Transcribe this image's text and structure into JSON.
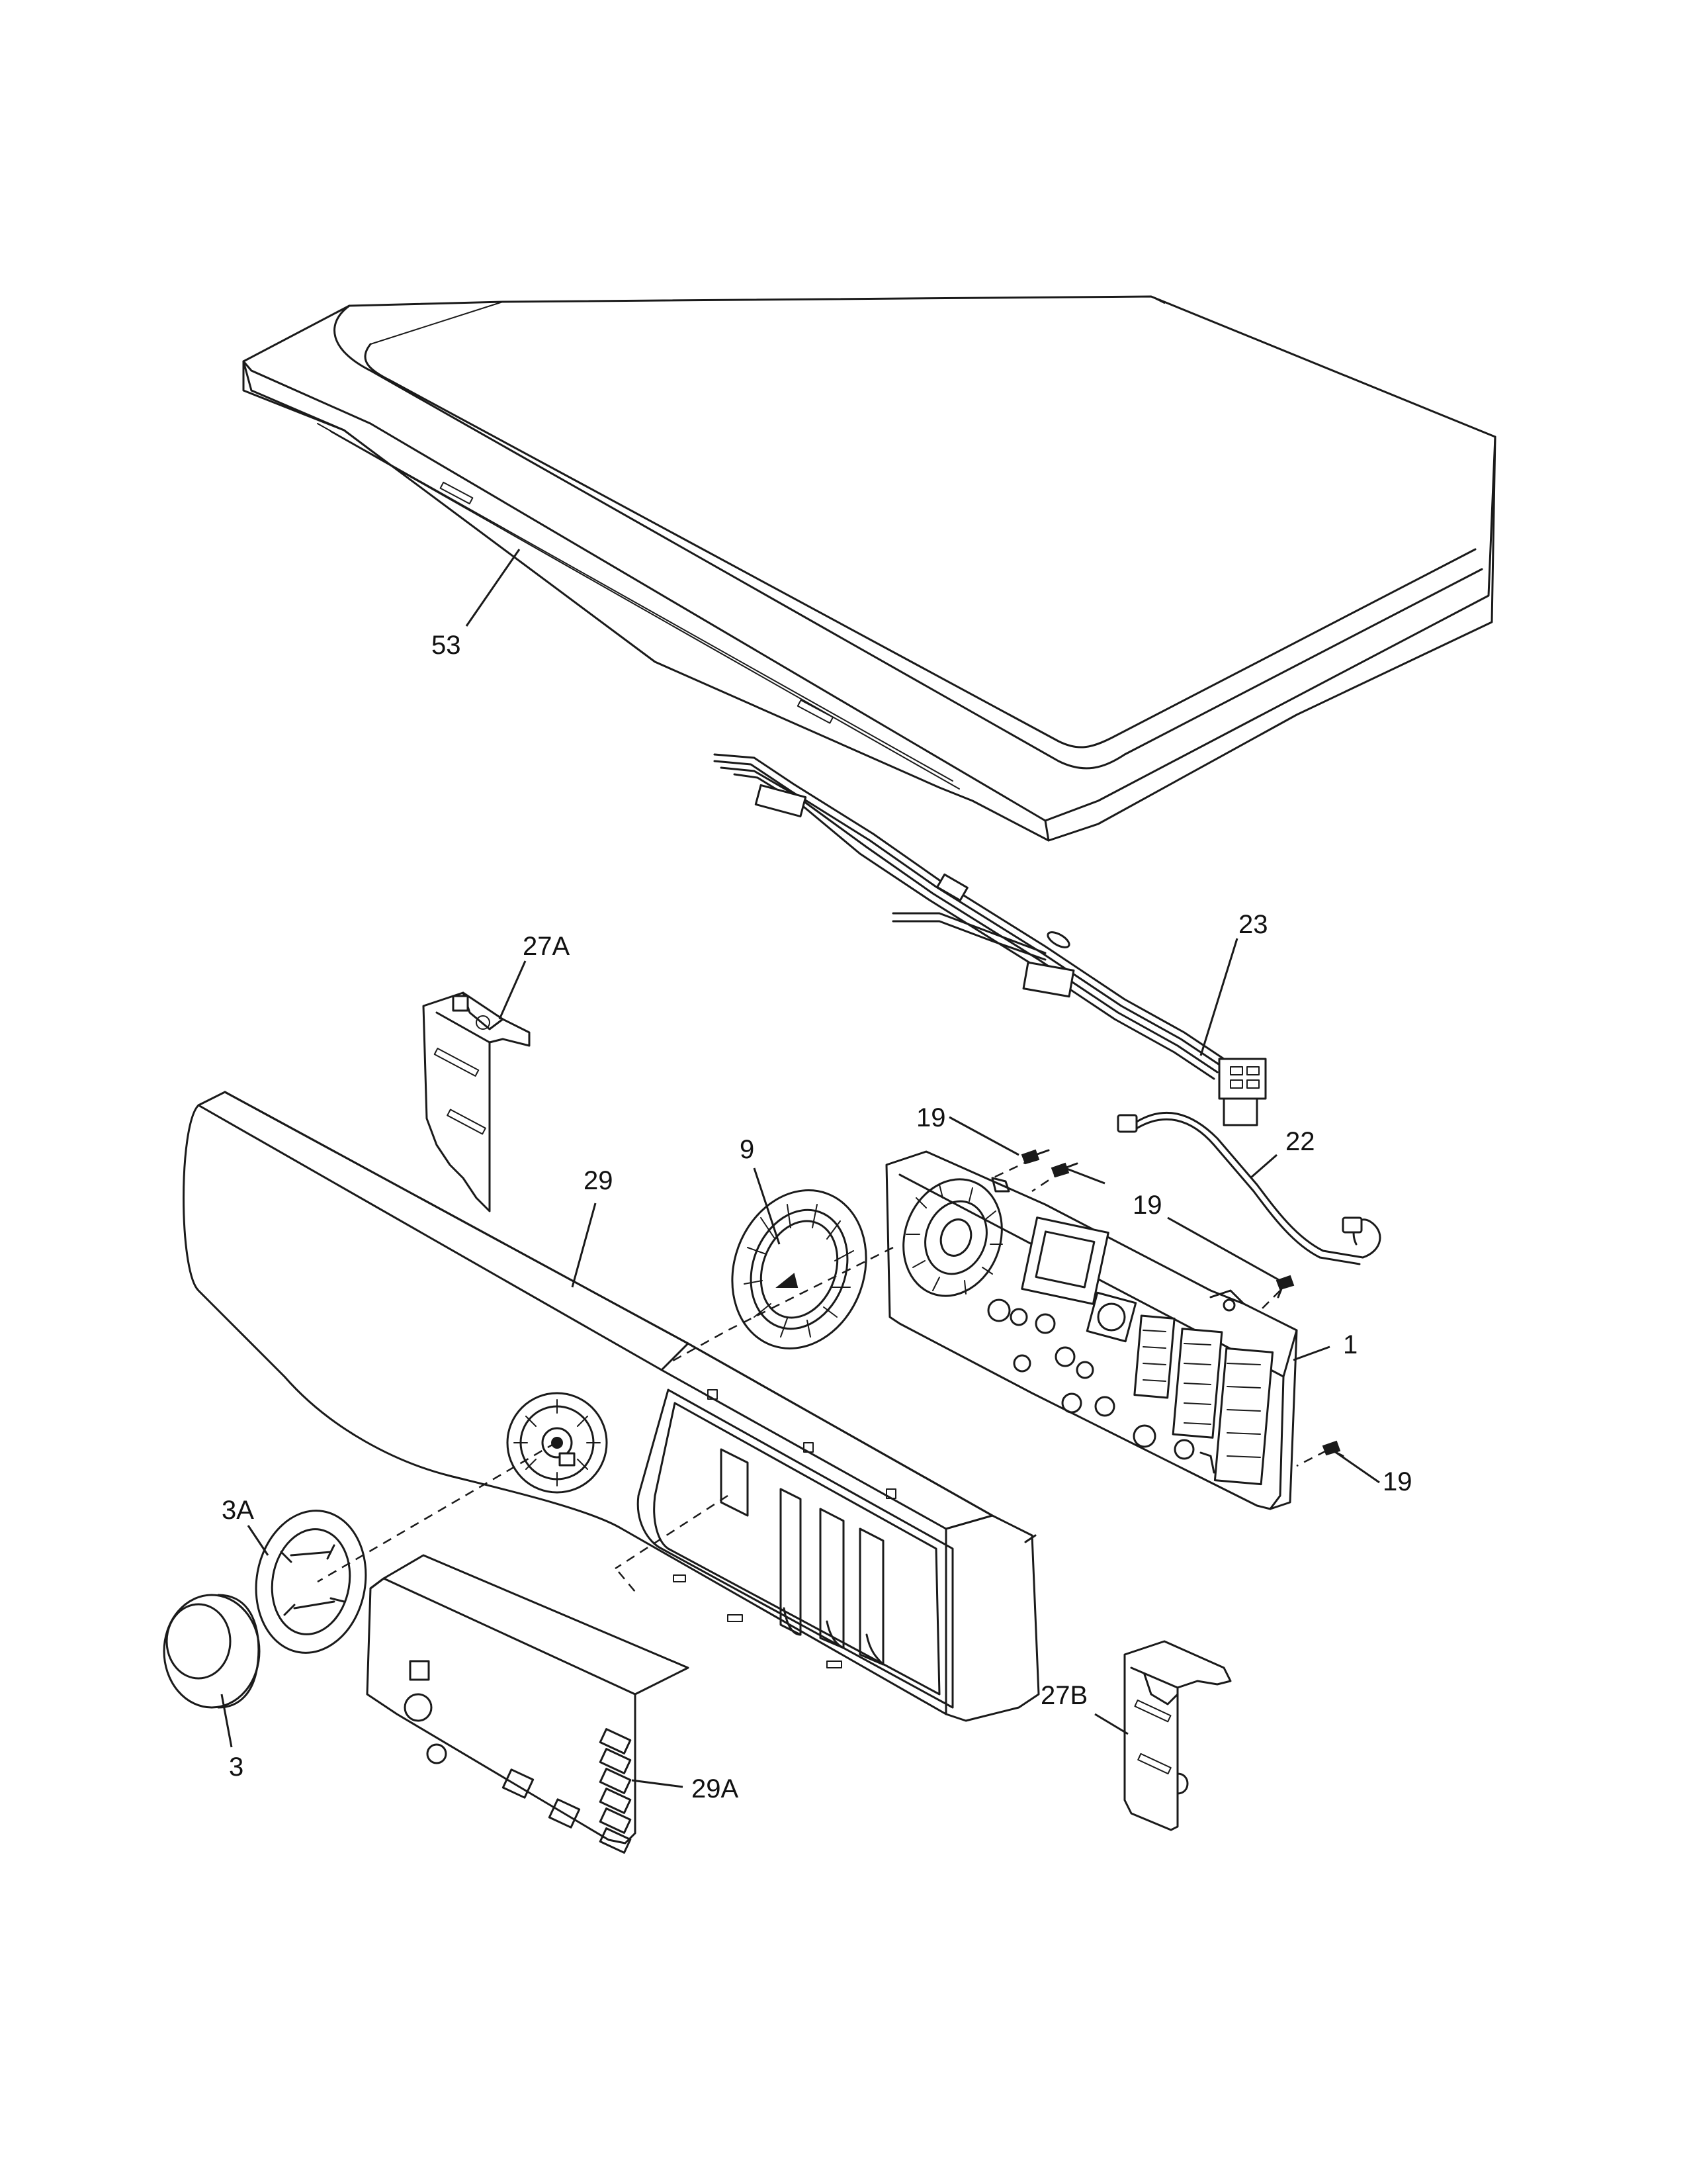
{
  "callouts": {
    "c53": "53",
    "c23": "23",
    "c27a": "27A",
    "c29": "29",
    "c9": "9",
    "c19_top": "19",
    "c22": "22",
    "c19_mid": "19",
    "c1": "1",
    "c19_bottom": "19",
    "c3a": "3A",
    "c3": "3",
    "c29a": "29A",
    "c27b": "27B"
  }
}
